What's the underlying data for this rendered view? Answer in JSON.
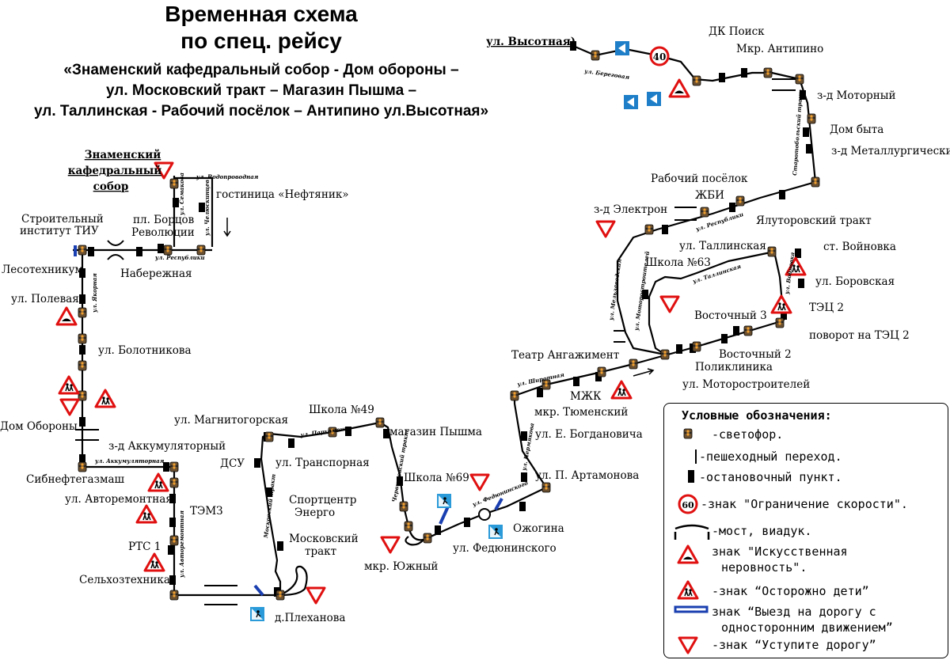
{
  "title": {
    "line1": "Временная схема",
    "line2": "по спец. рейсу",
    "route_line1": "«Знаменский кафедральный собор -  Дом обороны –",
    "route_line2": "ул. Московский тракт – Магазин Пышма –",
    "route_line3": "ул. Таллинская - Рабочий посёлок – Антипино ул.Высотная»"
  },
  "stops": {
    "cathedral_1": "Знаменский",
    "cathedral_2": "кафедральный",
    "cathedral_3": "собор",
    "neftyanik": "гостиница «Нефтяник»",
    "tiu_1": "Строительный",
    "tiu_2": "институт ТИУ",
    "pl_bortsov_1": "пл. Борцов",
    "pl_bortsov_2": "Революции",
    "naberezhnaya": "Набережная",
    "lesotekhnikum": "Лесотехникум",
    "polevaya": "ул. Полевая",
    "bolotnikova": "ул. Болотникова",
    "dom_oborony": "Дом Обороны",
    "akkumulyatorny": "з-д Аккумуляторный",
    "sibneftegaz": "Сибнефтегазмаш",
    "avtoremontnaya": "ул. Авторемонтная",
    "temz": "ТЭМЗ",
    "rts": "РТС 1",
    "selkhoztekhnika": "Сельхозтехника",
    "magnitogorskaya": "ул. Магнитогорская",
    "dsu": "ДСУ",
    "transportnaya": "ул. Транспорная",
    "sportcentr_1": "Спортцентр",
    "sportcentr_2": "Энерго",
    "moskovsky_1": "Московский",
    "moskovsky_2": "тракт",
    "plekhanova": "д.Плеханова",
    "shkola49": "Школа №49",
    "pyshma": "магазин Пышма",
    "shkola69": "Школа №69",
    "yuzhny": "мкр. Южный",
    "fedyuninskogo": "ул. Федюнинского",
    "ozhogina": "Ожогина",
    "artamonova": "ул. П. Артамонова",
    "bogdanovicha": "ул. Е. Богдановича",
    "tyumensky": "мкр. Тюменский",
    "mzhk": "МЖК",
    "angazhement": "Театр Ангажимент",
    "motorostroiteley": "ул. Моторостроителей",
    "poliklinika": "Поликлиника",
    "vostochny2": "Восточный 2",
    "vostochny3": "Восточный 3",
    "povorot_tec": "поворот на ТЭЦ 2",
    "tec2": "ТЭЦ 2",
    "borovskaya": "ул. Боровская",
    "voynovka": "ст. Войновка",
    "tallinskaya": "ул. Таллинская",
    "shkola63": "Школа №63",
    "elektron": "з-д Электрон",
    "rabochy_1": "Рабочий посёлок",
    "rabochy_2": "ЖБИ",
    "yalutorovsky": "Ялуторовский тракт",
    "metallurgichesky": "з-д Металлургический",
    "dom_byta": "Дом быта",
    "motorny": "з-д Моторный",
    "antipino": "Мкр. Антипино",
    "dk_poisk": "ДК Поиск",
    "vysotnaya": "ул. Высотная)"
  },
  "streets": {
    "vodoprovodnaya": "ул. Водопроводная",
    "semakova": "ул. Семакова",
    "chelyuskintsev": "ул. Челюскинцев",
    "respubliki_1": "ул. Республики",
    "yakornaya": "ул. Якорная",
    "akkumulyatornaya": "ул. Аккумуляторная",
    "avtoremontnaya": "ул. Авторемонтная",
    "moskovsky": "Московский тракт",
    "parkhomenko": "ул. Пархоменко",
    "chervishevsky": "Червишевский тракт",
    "fedyuninskogo": "ул. Федюнинского",
    "permyakova": "ул. Пермякова",
    "shirotnaya": "ул. Широтная",
    "motorostroiteley": "ул. Моторостроителей",
    "tallinskaya": "ул. Таллинская",
    "mel": "ул. Мельзаводская",
    "respubliki_2": "ул. Республики",
    "voynovka": "ул. Войновка",
    "starotobolsky": "Старотобольский тракт",
    "beregovaya": "ул. Береговая"
  },
  "sign_values": {
    "speed_limit": "40",
    "legend_speed": "60"
  },
  "legend": {
    "title": "Условные обозначения:",
    "traffic_light": "-светофор.",
    "crossing": "-пешеходный переход.",
    "stop": "-остановочный пункт.",
    "speed": "-знак \"Ограничение скорости\".",
    "bridge": "-мост, виадук.",
    "bump_1": "знак \"Искусственная",
    "bump_2": "неровность\".",
    "children": "-знак “Осторожно дети”",
    "oneway_1": "знак “Выезд на дорогу с",
    "oneway_2": "односторонним движением”",
    "yield": "-знак “Уступите дорогу”"
  },
  "colors": {
    "route": "#000000",
    "sign_red": "#e01010",
    "sign_blue": "#1e7fc8",
    "oneway_blue": "#1a3fb0",
    "traffic_light": "#6b5030"
  }
}
